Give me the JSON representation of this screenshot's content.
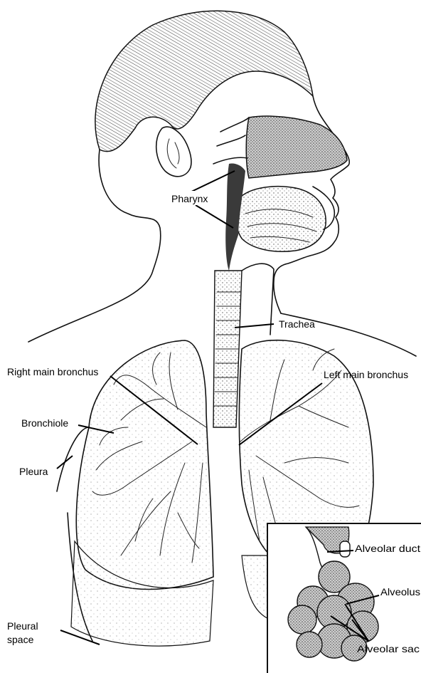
{
  "labels": {
    "pharynx": "Pharynx",
    "trachea": "Trachea",
    "right_main_bronchus": "Right main bronchus",
    "left_main_bronchus": "Left main bronchus",
    "bronchiole": "Bronchiole",
    "pleura": "Pleura",
    "pleural_space_line1": "Pleural",
    "pleural_space_line2": "space",
    "alveolar_duct": "Alveolar duct",
    "alveolus": "Alveolus",
    "alveolar_sac": "Alveolar sac"
  }
}
